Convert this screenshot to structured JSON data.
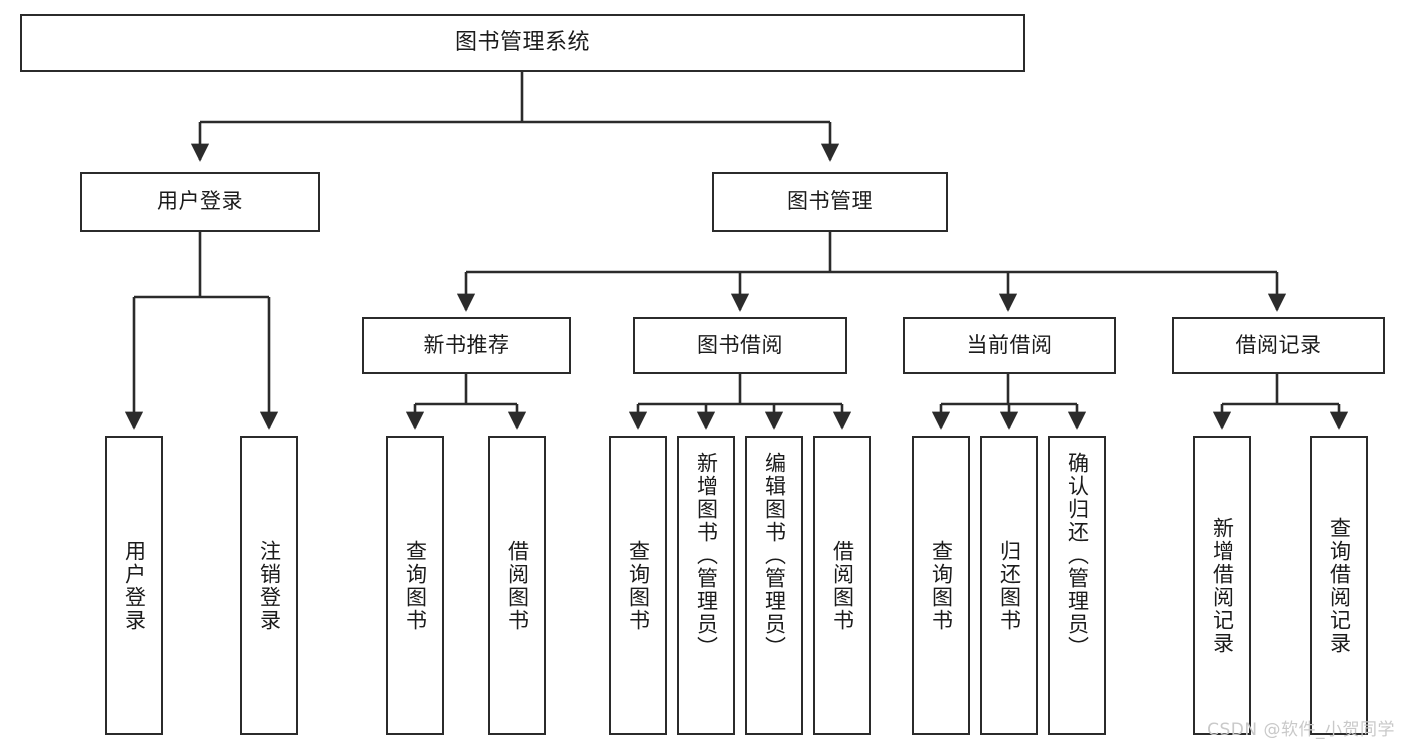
{
  "diagram": {
    "title": "图书管理系统",
    "type": "hierarchy-tree",
    "watermark": "CSDN @软件_小贺同学",
    "colors": {
      "node_border": "#2b2b2b",
      "node_fill": "#ffffff",
      "edge": "#2b2b2b",
      "text": "#1b1b1b",
      "watermark": "#c9c9c9"
    }
  },
  "root": {
    "label": "图书管理系统"
  },
  "level1": [
    {
      "id": "user-login",
      "label": "用户登录"
    },
    {
      "id": "book-management",
      "label": "图书管理"
    }
  ],
  "level2": [
    {
      "id": "new-book-recommend",
      "label": "新书推荐",
      "parent": "book-management"
    },
    {
      "id": "book-borrow",
      "label": "图书借阅",
      "parent": "book-management"
    },
    {
      "id": "current-borrow",
      "label": "当前借阅",
      "parent": "book-management"
    },
    {
      "id": "borrow-record",
      "label": "借阅记录",
      "parent": "book-management"
    }
  ],
  "leaves": [
    {
      "id": "leaf-user-login",
      "label": "用户登录",
      "parent": "user-login"
    },
    {
      "id": "leaf-user-logout",
      "label": "注销登录",
      "parent": "user-login"
    },
    {
      "id": "leaf-query-book-1",
      "label": "查询图书",
      "parent": "new-book-recommend"
    },
    {
      "id": "leaf-borrow-book-1",
      "label": "借阅图书",
      "parent": "new-book-recommend"
    },
    {
      "id": "leaf-query-book-2",
      "label": "查询图书",
      "parent": "book-borrow"
    },
    {
      "id": "leaf-add-book-admin",
      "label": "新增图书（管理员）",
      "parent": "book-borrow"
    },
    {
      "id": "leaf-edit-book-admin",
      "label": "编辑图书（管理员）",
      "parent": "book-borrow"
    },
    {
      "id": "leaf-borrow-book-2",
      "label": "借阅图书",
      "parent": "book-borrow"
    },
    {
      "id": "leaf-query-book-3",
      "label": "查询图书",
      "parent": "current-borrow"
    },
    {
      "id": "leaf-return-book",
      "label": "归还图书",
      "parent": "current-borrow"
    },
    {
      "id": "leaf-confirm-return-admin",
      "label": "确认归还（管理员）",
      "parent": "current-borrow"
    },
    {
      "id": "leaf-add-borrow-record",
      "label": "新增借阅记录",
      "parent": "borrow-record"
    },
    {
      "id": "leaf-query-borrow-record",
      "label": "查询借阅记录",
      "parent": "borrow-record"
    }
  ]
}
